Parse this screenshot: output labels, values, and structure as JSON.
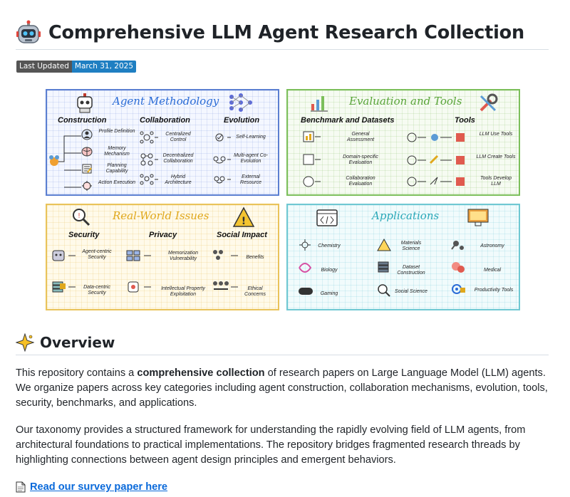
{
  "header": {
    "title": "Comprehensive LLM Agent Research Collection",
    "icon": "robot-icon"
  },
  "badge": {
    "label": "Last Updated",
    "value": "March 31, 2025",
    "color": "#1f7fc2"
  },
  "figure": {
    "methodology": {
      "title": "Agent Methodology",
      "construction": {
        "heading": "Construction",
        "items": [
          "Profile Definition",
          "Memory Mechanism",
          "Planning Capability",
          "Action Execution"
        ]
      },
      "collaboration": {
        "heading": "Collaboration",
        "items": [
          "Centralized Control",
          "Decentralized Collaboration",
          "Hybrid Architecture"
        ]
      },
      "evolution": {
        "heading": "Evolution",
        "items": [
          "Self-Learning",
          "Multi-agent Co-Evolution",
          "External Resource"
        ]
      }
    },
    "evaluation": {
      "title": "Evaluation and Tools",
      "benchmark": {
        "heading": "Benchmark and Datasets",
        "items": [
          "General Assessment",
          "Domain-specific Evaluation",
          "Collaboration Evaluation"
        ]
      },
      "tools": {
        "heading": "Tools",
        "items": [
          "LLM Use Tools",
          "LLM Create Tools",
          "Tools Develop LLM"
        ]
      }
    },
    "issues": {
      "title": "Real-World Issues",
      "security": {
        "heading": "Security",
        "items": [
          "Agent-centric Security",
          "Data-centric Security"
        ]
      },
      "privacy": {
        "heading": "Privacy",
        "items": [
          "Memorization Vulnerability",
          "Intellectual Property Exploitation"
        ]
      },
      "social": {
        "heading": "Social Impact",
        "items": [
          "Benefits",
          "Ethical Concerns"
        ]
      }
    },
    "applications": {
      "title": "Applications",
      "col1": [
        "Chemistry",
        "Biology",
        "Gaming"
      ],
      "col2": [
        "Materials Science",
        "Dataset Construction",
        "Social Science"
      ],
      "col3": [
        "Astronomy",
        "Medical",
        "Productivity Tools"
      ]
    },
    "colors": {
      "blue": "#2b6cd6",
      "green": "#5aa53a",
      "yellow": "#e0a81c",
      "cyan": "#2aa8b8"
    }
  },
  "overview": {
    "icon": "sparkle-icon",
    "title": "Overview",
    "p1_pre": "This repository contains a ",
    "p1_bold": "comprehensive collection",
    "p1_post": " of research papers on Large Language Model (LLM) agents. We organize papers across key categories including agent construction, collaboration mechanisms, evolution, tools, security, benchmarks, and applications.",
    "p2": "Our taxonomy provides a structured framework for understanding the rapidly evolving field of LLM agents, from architectural foundations to practical implementations. The repository bridges fragmented research threads by highlighting connections between agent design principles and emergent behaviors.",
    "link_icon": "document-icon",
    "link": "Read our survey paper here"
  }
}
